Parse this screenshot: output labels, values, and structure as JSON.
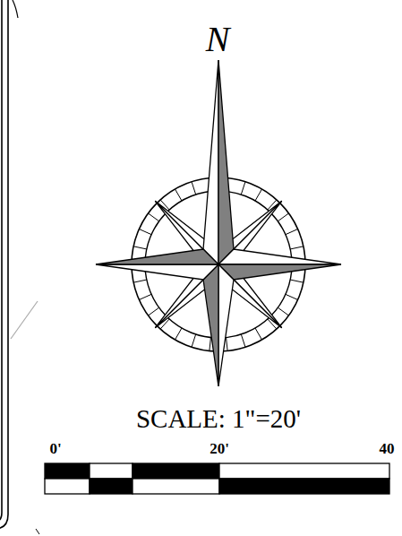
{
  "diagram": {
    "labels": [
      "N",
      "SCALE: 1\"=20'",
      "0'",
      "20'",
      "40"
    ]
  }
}
